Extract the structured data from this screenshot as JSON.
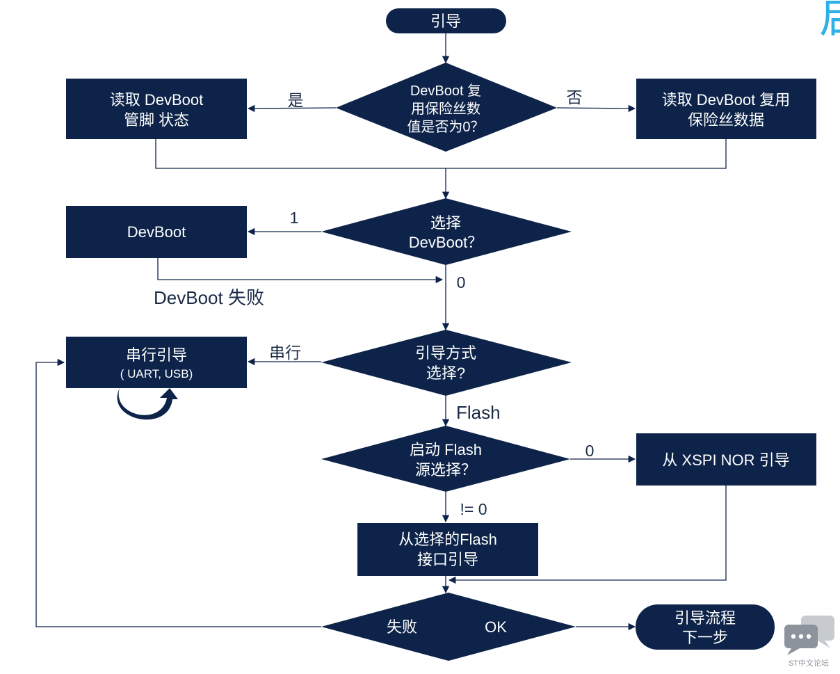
{
  "nodes": {
    "start": "引导",
    "devboot_fuse_decision": [
      "DevBoot 复",
      "用保险丝数",
      "值是否为0？"
    ],
    "read_devboot_pin": [
      "读取 DevBoot",
      "管脚 状态"
    ],
    "read_devboot_fuse": [
      "读取 DevBoot 复用",
      "保险丝数据"
    ],
    "select_devboot_decision": [
      "选择",
      "DevBoot？"
    ],
    "devboot": "DevBoot",
    "boot_mode_decision": [
      "引导方式",
      "选择?"
    ],
    "serial_boot": [
      "串行引导",
      "( UART, USB)"
    ],
    "flash_source_decision": [
      "启动 Flash",
      "源选择？"
    ],
    "xspi_nor_boot": "从 XSPI NOR 引导",
    "selected_flash_boot": [
      "从选择的Flash",
      "接口引导"
    ],
    "result_decision_fail": "失败",
    "result_decision_ok": "OK",
    "next_step": [
      "引导流程",
      "下一步"
    ]
  },
  "edges": {
    "yes": "是",
    "no": "否",
    "one": "1",
    "zero_after_devboot": "0",
    "devboot_fail": "DevBoot 失败",
    "serial": "串行",
    "flash": "Flash",
    "zero_to_xspi": "0",
    "not_zero": "!= 0"
  },
  "corner_glyph": "启",
  "logo": {
    "icon": "chat-bubbles-icon",
    "text": "ST中文论坛"
  },
  "colors": {
    "node": "#0d2349",
    "line": "#0d2349",
    "accent": "#2fb0e6"
  }
}
